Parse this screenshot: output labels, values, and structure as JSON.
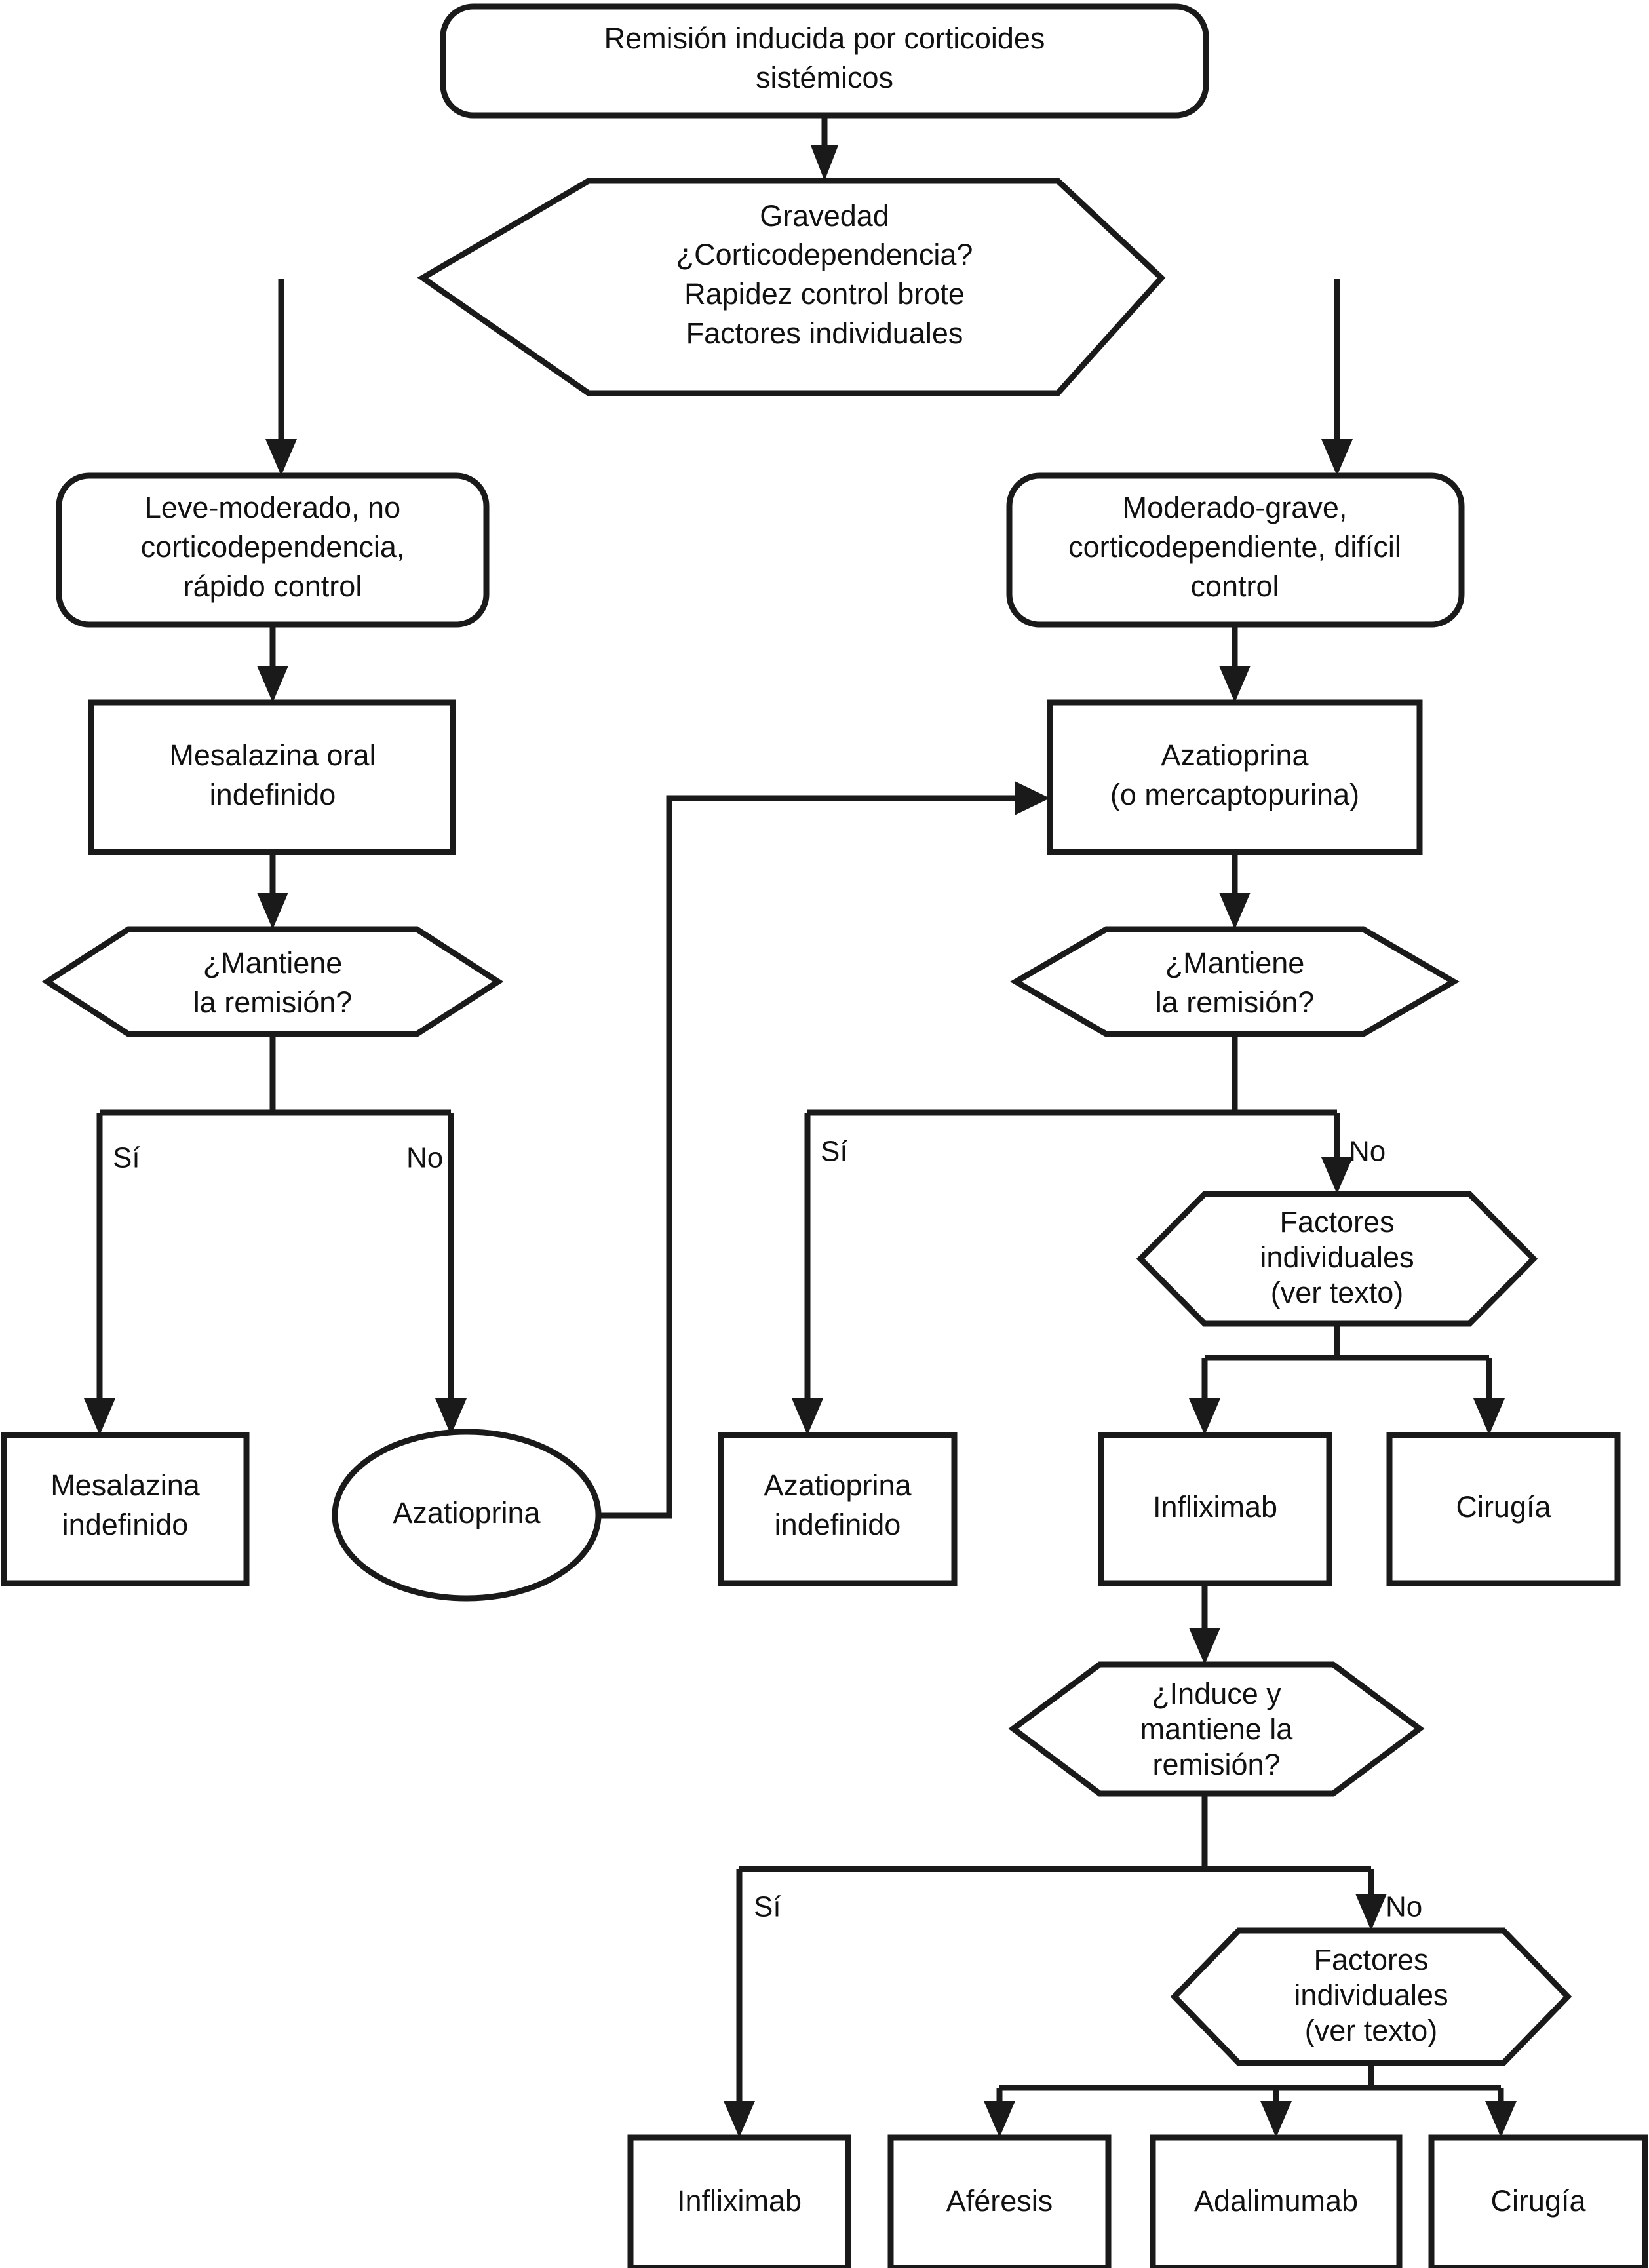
{
  "diagram": {
    "title_text": "Remisión inducida por corticoides sistémicos",
    "language": "es",
    "shaded_color": "#e6e9e9",
    "line_color": "#1a1a1a"
  },
  "nodes": {
    "start": {
      "line1": "Remisión inducida por corticoides",
      "line2": "sistémicos"
    },
    "severity_decision": {
      "line1": "Gravedad",
      "line2": "¿Corticodependencia?",
      "line3": "Rapidez control brote",
      "line4": "Factores individuales"
    },
    "mild_branch": {
      "line1": "Leve-moderado, no",
      "line2": "corticodependencia,",
      "line3": "rápido control"
    },
    "severe_branch": {
      "line1": "Moderado-grave,",
      "line2": "corticodependiente, difícil",
      "line3": "control"
    },
    "mesalazine_oral": {
      "line1": "Mesalazina oral",
      "line2": "indefinido"
    },
    "azathioprine_start": {
      "line1": "Azatioprina",
      "line2": "(o mercaptopurina)"
    },
    "maintains_left": {
      "line1": "¿Mantiene",
      "line2": "la remisión?"
    },
    "maintains_right": {
      "line1": "¿Mantiene",
      "line2": "la remisión?"
    },
    "mesalazine_indef": {
      "line1": "Mesalazina",
      "line2": "indefinido"
    },
    "azathioprine_oval": {
      "line1": "Azatioprina"
    },
    "azathioprine_indef": {
      "line1": "Azatioprina",
      "line2": "indefinido"
    },
    "factors_1": {
      "line1": "Factores",
      "line2": "individuales",
      "line3": "(ver texto)"
    },
    "infliximab_1": {
      "line1": "Infliximab"
    },
    "surgery_1": {
      "line1": "Cirugía"
    },
    "induces_decision": {
      "line1": "¿Induce y",
      "line2": "mantiene la",
      "line3": "remisión?"
    },
    "factors_2": {
      "line1": "Factores",
      "line2": "individuales",
      "line3": "(ver texto)"
    },
    "infliximab_2": {
      "line1": "Infliximab"
    },
    "apheresis": {
      "line1": "Aféresis"
    },
    "adalimumab": {
      "line1": "Adalimumab"
    },
    "surgery_2": {
      "line1": "Cirugía"
    }
  },
  "branch_labels": {
    "left_yes": "Sí",
    "left_no": "No",
    "right_yes": "Sí",
    "right_no": "No",
    "bottom_yes": "Sí",
    "bottom_no": "No"
  }
}
